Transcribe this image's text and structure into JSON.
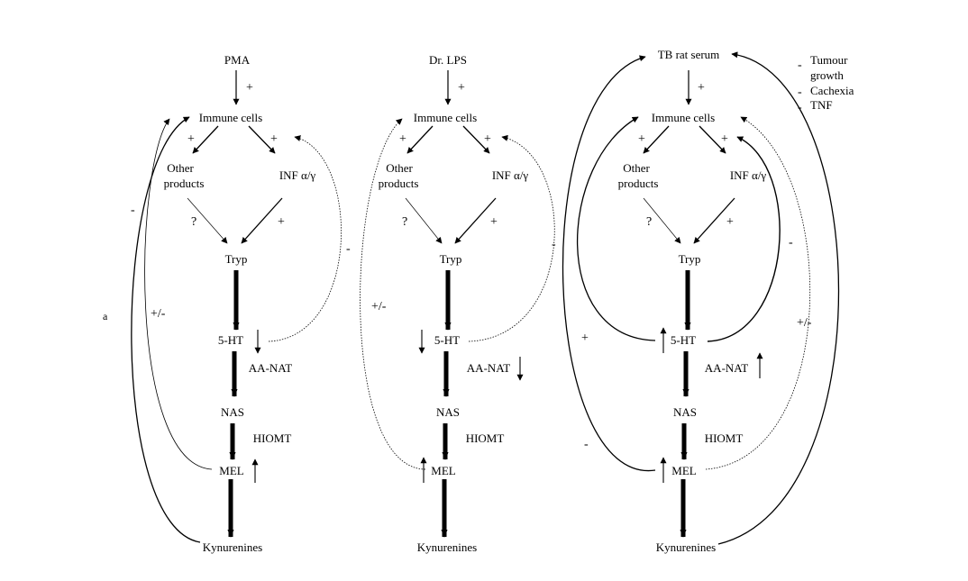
{
  "panels": [
    {
      "stimulus": "PMA",
      "immune": "Immune cells",
      "other_line1": "Other",
      "other_line2": "products",
      "inf": "INF α/γ",
      "tryp": "Tryp",
      "ht5": "5-HT",
      "aanat": "AA-NAT",
      "nas": "NAS",
      "hiomt": "HIOMT",
      "mel": "MEL",
      "kyn": "Kynurenines",
      "stim_sign": "+",
      "left_plus": "+",
      "right_plus": "+",
      "question": "?",
      "inf_plus": "+",
      "feedback_5ht": "-",
      "feedback_mel": "+/-",
      "feedback_kyn": "-",
      "ht5_trend": "down",
      "aanat_trend": "none",
      "mel_trend": "up"
    },
    {
      "stimulus": "Dr. LPS",
      "immune": "Immune cells",
      "other_line1": "Other",
      "other_line2": "products",
      "inf": "INF α/γ",
      "tryp": "Tryp",
      "ht5": "5-HT",
      "aanat": "AA-NAT",
      "nas": "NAS",
      "hiomt": "HIOMT",
      "mel": "MEL",
      "kyn": "Kynurenines",
      "stim_sign": "+",
      "left_plus": "+",
      "right_plus": "+",
      "question": "?",
      "inf_plus": "+",
      "feedback_5ht": "-",
      "feedback_mel": "+/-",
      "ht5_trend": "down",
      "aanat_trend": "down",
      "mel_trend": "up"
    },
    {
      "stimulus": "TB rat serum",
      "immune": "Immune cells",
      "other_line1": "Other",
      "other_line2": "products",
      "inf": "INF α/γ",
      "tryp": "Tryp",
      "ht5": "5-HT",
      "aanat": "AA-NAT",
      "nas": "NAS",
      "hiomt": "HIOMT",
      "mel": "MEL",
      "kyn": "Kynurenines",
      "stim_sign": "+",
      "left_plus": "+",
      "right_plus": "+",
      "question": "?",
      "inf_plus": "+",
      "feedback_5ht": "-",
      "feedback_mel": "+/-",
      "feedback_5ht_outer": "+",
      "feedback_mel_outer": "-",
      "ht5_trend": "up",
      "aanat_trend": "up",
      "mel_trend": "up"
    }
  ],
  "effects": {
    "sign": "-",
    "items": [
      "Tumour",
      "growth",
      "Cachexia",
      "TNF"
    ]
  },
  "stray_mark": "a"
}
